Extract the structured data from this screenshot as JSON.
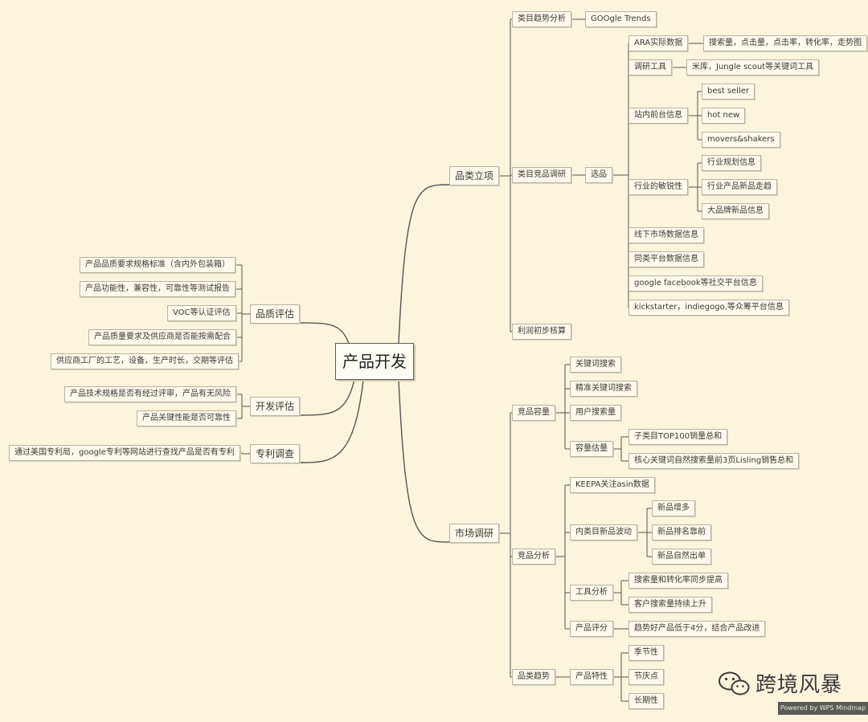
{
  "root": "产品开发",
  "nodes": {
    "pinlei_lixiang": "品类立项",
    "leimu_qushi": "类目趋势分析",
    "google_trends": "GOOgle Trends",
    "leimu_jingpin": "类目竞品调研",
    "xuanpin": "选品",
    "ara": "ARA实际数据",
    "ara_detail": "搜索量，点击量，点击率，转化率，走势图",
    "diaoyan_gongju": "调研工具",
    "gongju_detail": "米库，Jungle scout等关键词工具",
    "zhannei": "站内前台信息",
    "best_seller": "best seller",
    "hot_new": "hot new",
    "movers": "movers&shakers",
    "hangye": "行业的敏锐性",
    "hangye_guihua": "行业规划信息",
    "hangye_zouqu": "行业产品新品走趋",
    "dapinpai": "大品牌新品信息",
    "xianxia": "线下市场数据信息",
    "tonglei": "同类平台数据信息",
    "social": "google facebook等社交平台信息",
    "crowdfund": "kickstarter，indiegogo,等众筹平台信息",
    "lirun": "利润初步核算",
    "shichang": "市场调研",
    "jingpin_rongliang": "竞品容量",
    "guanjianci": "关键词搜索",
    "jingzhun": "精准关键词搜索",
    "yonghu": "用户搜索量",
    "rongliang_gusuan": "容量估量",
    "top100": "子类目TOP100销量总和",
    "hexin": "核心关键词自然搜索量前3页Lisling销售总和",
    "jingpin_fenxi": "竞品分析",
    "keepa": "KEEPA关注asin数据",
    "neileimu": "内类目新品波动",
    "xinpin_zengduo": "新品增多",
    "xinpin_paiming": "新品排名靠前",
    "xinpin_chudan": "新品自然出单",
    "gongju_fenxi": "工具分析",
    "sousuo_tonbu": "搜索量和转化率同步提高",
    "kehu_sousuo": "客户搜索量持续上升",
    "chanpin_pingfen": "产品评分",
    "pingfen_detail": "趋势好产品低于4分，结合产品改进",
    "pinlei_qushi": "品类趋势",
    "chanpin_texing": "产品特性",
    "jijie": "季节性",
    "jieqing": "节庆点",
    "changqi": "长期性",
    "pinzhi": "品质评估",
    "pz1": "产品品质要求规格标准（含内外包装箱）",
    "pz2": "产品功能性，兼容性，可靠性等测试报告",
    "pz3": "VOC等认证评估",
    "pz4": "产品质量要求及供应商是否能按需配合",
    "pz5": "供应商工厂的工艺，设备，生产时长，交期等评估",
    "kaifa": "开发评估",
    "kf1": "产品技术规格是否有经过评审，产品有无风险",
    "kf2": "产品关键性能是否可靠性",
    "zhuanli": "专利调查",
    "zl1": "通过美国专利局，google专利等网站进行查找产品是否有专利"
  },
  "watermark": "跨境风暴",
  "powered_by": "Powered by WPS Mindmap",
  "colors": {
    "background": "#fbf5db",
    "node_fill": "#fffaeb",
    "node_border": "#b8b3a1",
    "line": "#555555"
  }
}
